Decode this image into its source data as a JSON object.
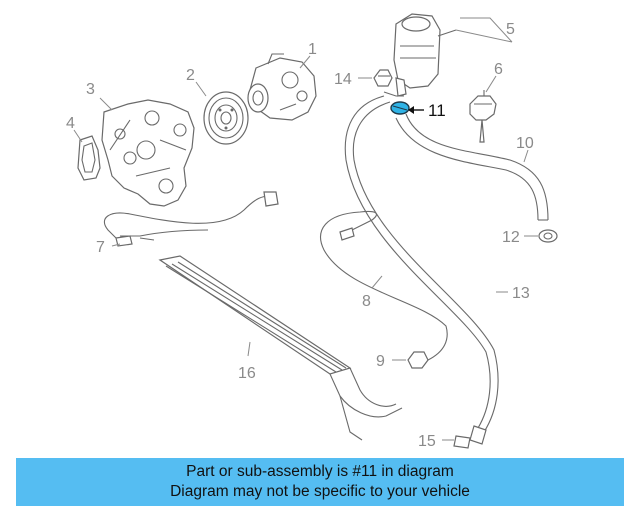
{
  "diagram": {
    "callouts": [
      {
        "id": "1",
        "label": "1"
      },
      {
        "id": "2",
        "label": "2"
      },
      {
        "id": "3",
        "label": "3"
      },
      {
        "id": "4",
        "label": "4"
      },
      {
        "id": "5",
        "label": "5"
      },
      {
        "id": "6",
        "label": "6"
      },
      {
        "id": "7",
        "label": "7"
      },
      {
        "id": "8",
        "label": "8"
      },
      {
        "id": "9",
        "label": "9"
      },
      {
        "id": "10",
        "label": "10"
      },
      {
        "id": "11",
        "label": "11"
      },
      {
        "id": "12",
        "label": "12"
      },
      {
        "id": "13",
        "label": "13"
      },
      {
        "id": "14",
        "label": "14"
      },
      {
        "id": "15",
        "label": "15"
      },
      {
        "id": "16",
        "label": "16"
      }
    ],
    "highlighted_part": "11",
    "highlight_color": "#2fb3e6"
  },
  "caption": {
    "line1": "Part or sub-assembly is #11 in diagram",
    "line2": "Diagram may not be specific to your vehicle",
    "background": "#55bdf2"
  }
}
